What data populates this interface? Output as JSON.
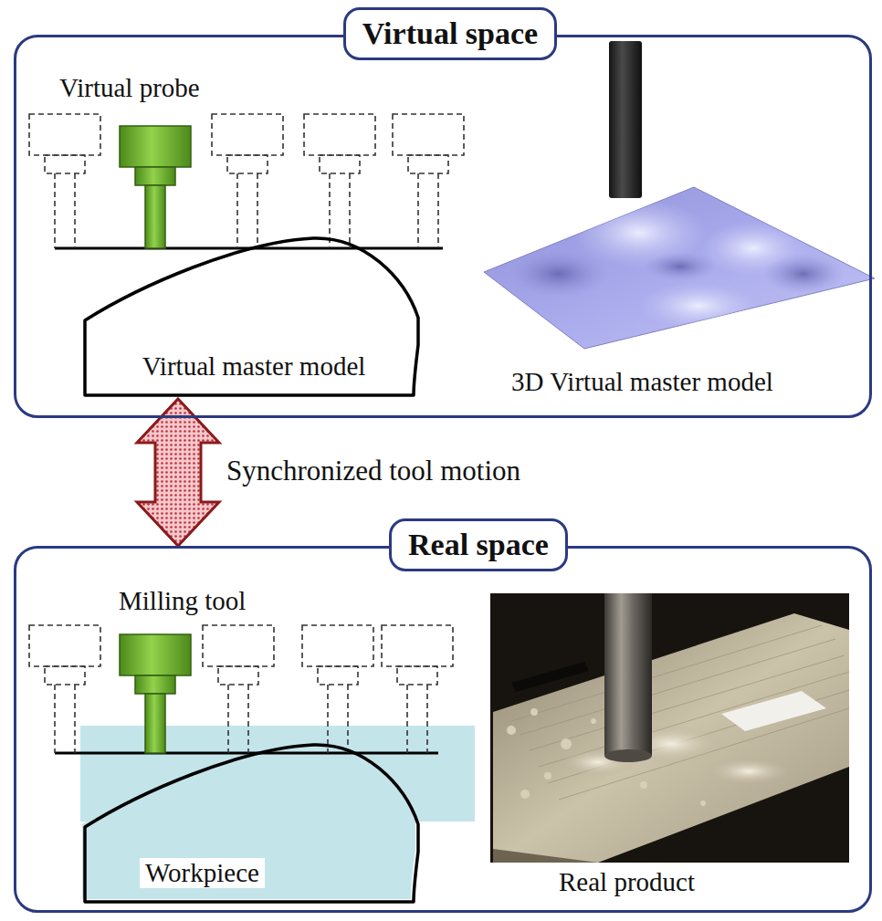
{
  "diagram": {
    "nodes": [
      {
        "text": [
          "Virtual space"
        ]
      },
      {
        "text": [
          "Virtual master model"
        ],
        "in": 0
      },
      {
        "text": [
          "Real space"
        ]
      },
      {
        "text": [
          "Workpiece"
        ],
        "in": 2
      }
    ],
    "edges": [
      {
        "from": 1,
        "to": 2,
        "arrow": "both",
        "label": "Synchronized tool motion"
      }
    ],
    "labels": [
      "Virtual probe",
      "3D Virtual master model",
      "Milling tool",
      "Real product"
    ]
  }
}
